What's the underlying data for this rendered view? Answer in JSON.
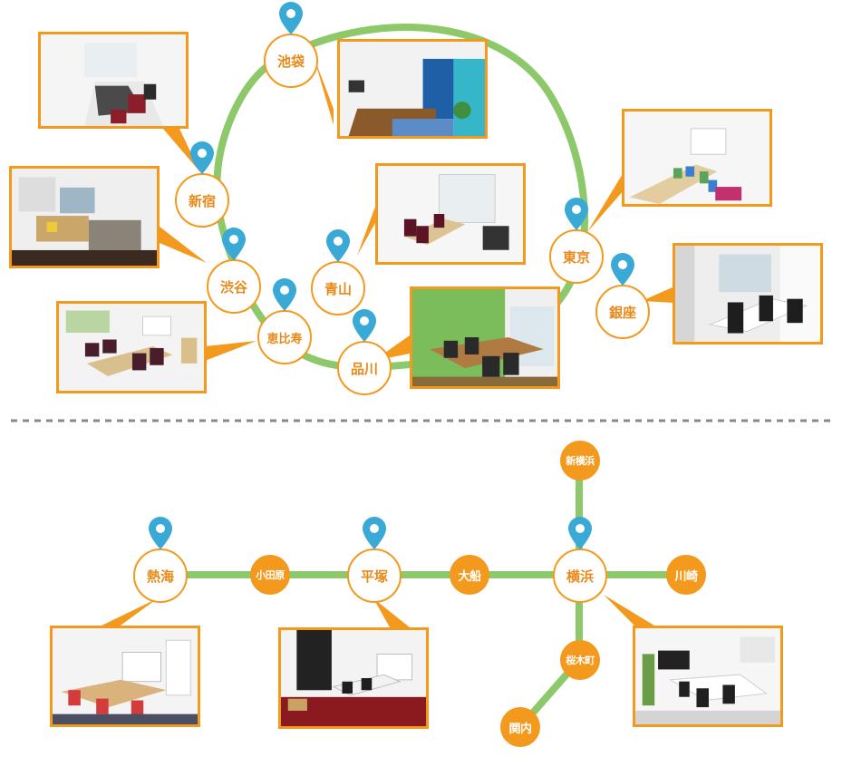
{
  "colors": {
    "line": "#8DC86A",
    "station": "#F39A1E",
    "pin": "#3BA9D6",
    "divider": "#888888"
  },
  "tokyo_stations": [
    {
      "id": "ikebukuro",
      "label": "池袋",
      "pin": true
    },
    {
      "id": "shinjuku",
      "label": "新宿",
      "pin": true
    },
    {
      "id": "shibuya",
      "label": "渋谷",
      "pin": true
    },
    {
      "id": "ebisu",
      "label": "恵比寿",
      "pin": true
    },
    {
      "id": "aoyama",
      "label": "青山",
      "pin": true
    },
    {
      "id": "shinagawa",
      "label": "品川",
      "pin": true
    },
    {
      "id": "tokyo",
      "label": "東京",
      "pin": true
    },
    {
      "id": "ginza",
      "label": "銀座",
      "pin": true
    }
  ],
  "kanagawa_stations": [
    {
      "id": "atami",
      "label": "熱海",
      "pin": true
    },
    {
      "id": "hiratsuka",
      "label": "平塚",
      "pin": true
    },
    {
      "id": "yokohama",
      "label": "横浜",
      "pin": true
    }
  ],
  "minor_stations": [
    {
      "id": "odawara",
      "label": "小田原"
    },
    {
      "id": "ofuna",
      "label": "大船"
    },
    {
      "id": "shinyokohama",
      "label": "新横浜"
    },
    {
      "id": "kawasaki",
      "label": "川崎"
    },
    {
      "id": "sakuragicho",
      "label": "桜木町"
    },
    {
      "id": "kannai",
      "label": "関内"
    }
  ]
}
